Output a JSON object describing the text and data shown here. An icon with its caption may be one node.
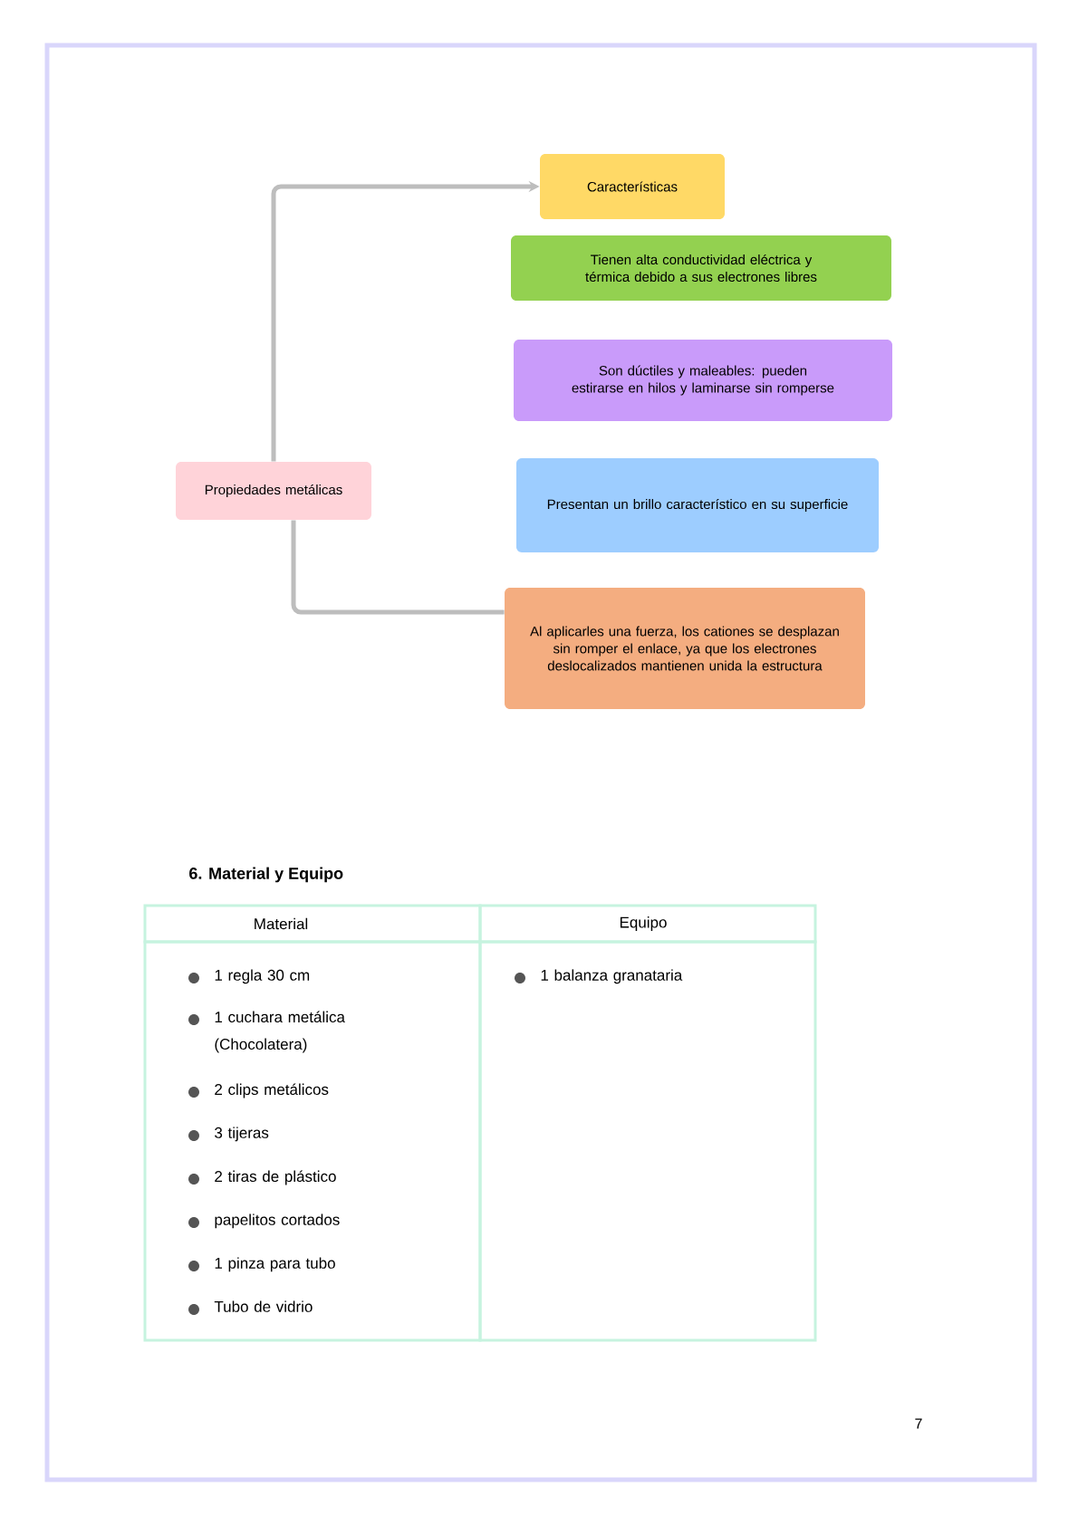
{
  "diagram": {
    "nodes": [
      {
        "text": [
          "Propiedades metálicas"
        ]
      },
      {
        "text": [
          "Características"
        ]
      },
      {
        "text": [
          "Tienen alta conductividad eléctrica y térmica debido a sus electrones libres"
        ]
      },
      {
        "text": [
          "Son dúctiles y maleables: pueden estirarse en hilos y laminarse sin romperse"
        ]
      },
      {
        "text": [
          "Presentan un brillo característico en su superficie"
        ]
      },
      {
        "text": [
          "Al aplicarles una fuerza, los cationes se desplazan sin romper el enlace, ya que los electrones deslocalizados mantienen unida la estructura"
        ]
      }
    ],
    "edges": [
      {
        "from": 0,
        "to": 1,
        "arrow": "to"
      },
      {
        "from": 0,
        "to": 5,
        "arrow": "none"
      }
    ],
    "labels": [
      "6. Material y Equipo",
      "Material",
      "Equipo",
      "1 regla 30 cm",
      "1 cuchara metálica (Chocolatera)",
      "2 clips metálicos",
      "3 tijeras",
      "2 tiras de plástico",
      "papelitos cortados",
      "1 pinza para tubo",
      "Tubo de vidrio",
      "1 balanza granataria",
      "7"
    ]
  }
}
